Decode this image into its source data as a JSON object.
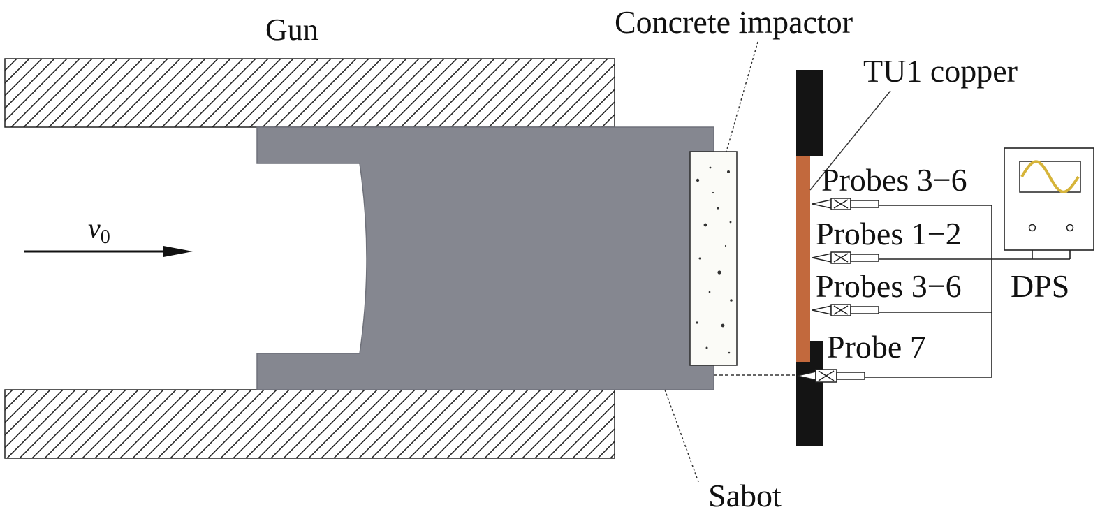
{
  "labels": {
    "gun": "Gun",
    "concrete_impactor": "Concrete impactor",
    "tu1_copper": "TU1 copper",
    "probes_top": "Probes 3−6",
    "probes_middle": "Probes 1−2",
    "probes_bottom": "Probes 3−6",
    "probe_7": "Probe 7",
    "dps": "DPS",
    "sabot": "Sabot",
    "velocity_symbol": "v",
    "velocity_subscript": "0"
  },
  "colors": {
    "sabot": "#858790",
    "copper": "#c2693d",
    "target_frame": "#141414",
    "hatch": "#222222",
    "signal_wave": "#d6b43a",
    "impactor_fill": "#fbfbf7"
  },
  "icons": {
    "oscilloscope": "sine-wave-screen-icon",
    "probe": "pin-probe-icon"
  }
}
